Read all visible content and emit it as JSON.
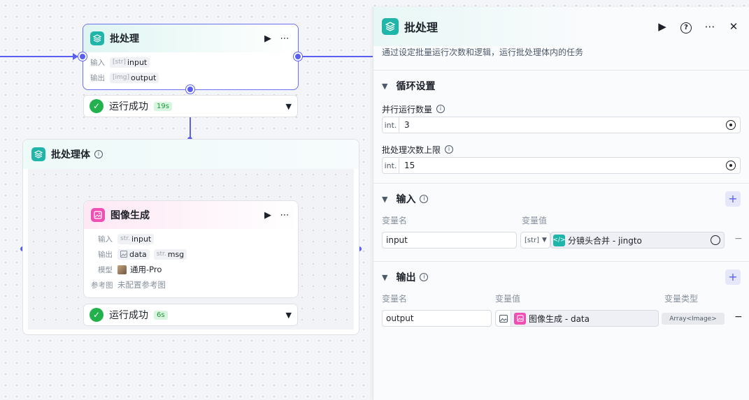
{
  "batch_node": {
    "title": "批处理",
    "input_label": "输入",
    "output_label": "输出",
    "input_type": "[str]",
    "input_name": "input",
    "output_type": "[img]",
    "output_name": "output",
    "status": "运行成功",
    "time": "19s"
  },
  "batch_body": {
    "title": "批处理体"
  },
  "image_node": {
    "title": "图像生成",
    "input_label": "输入",
    "output_label": "输出",
    "model_label": "模型",
    "ref_label": "参考图",
    "input_type": "str.",
    "input_name": "input",
    "output_name_1": "data",
    "output_type_2": "str.",
    "output_name_2": "msg",
    "model_value": "通用-Pro",
    "ref_value": "未配置参考图",
    "status": "运行成功",
    "time": "6s"
  },
  "panel": {
    "title": "批处理",
    "description": "通过设定批量运行次数和逻辑，运行批处理体内的任务",
    "loop_section": "循环设置",
    "parallel_label": "并行运行数量",
    "parallel_prefix": "int.",
    "parallel_value": "3",
    "max_label": "批处理次数上限",
    "max_prefix": "int.",
    "max_value": "15",
    "input_section": "输入",
    "var_name_header": "变量名",
    "var_value_header": "变量值",
    "input_var_name": "input",
    "input_var_type": "[str]",
    "input_var_ref": "分镜头合并 - jingto",
    "output_section": "输出",
    "out_name_header": "变量名",
    "out_value_header": "变量值",
    "out_type_header": "变量类型",
    "output_var_name": "output",
    "output_var_ref": "图像生成 - data",
    "output_var_type": "Array<Image>"
  },
  "colors": {
    "accent": "#5a5ff2",
    "success": "#22b14c",
    "teal": "#1fb5a8",
    "pink": "#ef4fb2"
  }
}
